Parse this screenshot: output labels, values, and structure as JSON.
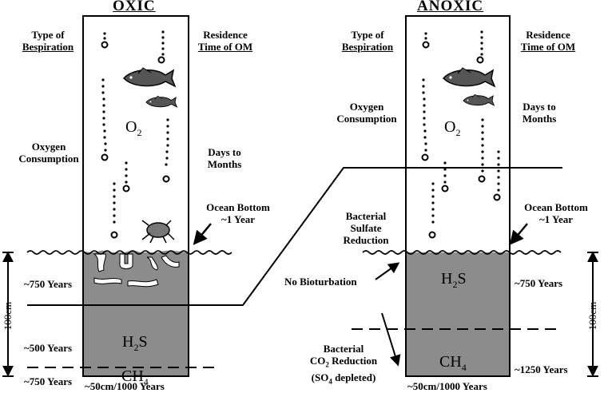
{
  "oxic": {
    "title": "OXIC",
    "respiration_label_1": "Type of",
    "respiration_label_2": "Bespiration",
    "residence_label_1": "Residence",
    "residence_label_2": "Time of OM",
    "oxygen_consumption_1": "Oxygen",
    "oxygen_consumption_2": "Consumption",
    "days_months_1": "Days to",
    "days_months_2": "Months",
    "o2": "O",
    "o2_sub": "2",
    "ocean_bottom_1": "Ocean Bottom",
    "ocean_bottom_2": "~1 Year",
    "depth_unit": "100cm",
    "years_750_top": "~750 Years",
    "years_500": "~500 Years",
    "years_750_bottom": "~750 Years",
    "h2s": "H",
    "h2s_sub": "2",
    "h2s_end": "S",
    "ch4": "CH",
    "ch4_sub": "4",
    "rate": "~50cm/1000 Years"
  },
  "anoxic": {
    "title": "ANOXIC",
    "respiration_label_1": "Type of",
    "respiration_label_2": "Bespiration",
    "residence_label_1": "Residence",
    "residence_label_2": "Time of OM",
    "oxygen_consumption_1": "Oxygen",
    "oxygen_consumption_2": "Consumption",
    "days_months_1": "Days to",
    "days_months_2": "Months",
    "o2": "O",
    "o2_sub": "2",
    "bacterial_sulfate_1": "Bacterial",
    "bacterial_sulfate_2": "Sulfate",
    "bacterial_sulfate_3": "Reduction",
    "ocean_bottom_1": "Ocean Bottom",
    "ocean_bottom_2": "~1 Year",
    "no_bioturbation": "No Bioturbation",
    "co2_reduction_1": "Bacterial",
    "co2_reduction_2a": "CO",
    "co2_reduction_2sub": "2",
    "co2_reduction_2b": " Reduction",
    "co2_reduction_3a": "(SO",
    "co2_reduction_3sub": "4",
    "co2_reduction_3b": " depleted)",
    "depth_unit": "100cm",
    "years_750": "~750 Years",
    "years_1250": "~1250 Years",
    "h2s": "H",
    "h2s_sub": "2",
    "h2s_end": "S",
    "ch4": "CH",
    "ch4_sub": "4",
    "rate": "~50cm/1000 Years"
  },
  "colors": {
    "sediment": "#8c8c8c",
    "water": "#ffffff",
    "ink": "#000000"
  }
}
